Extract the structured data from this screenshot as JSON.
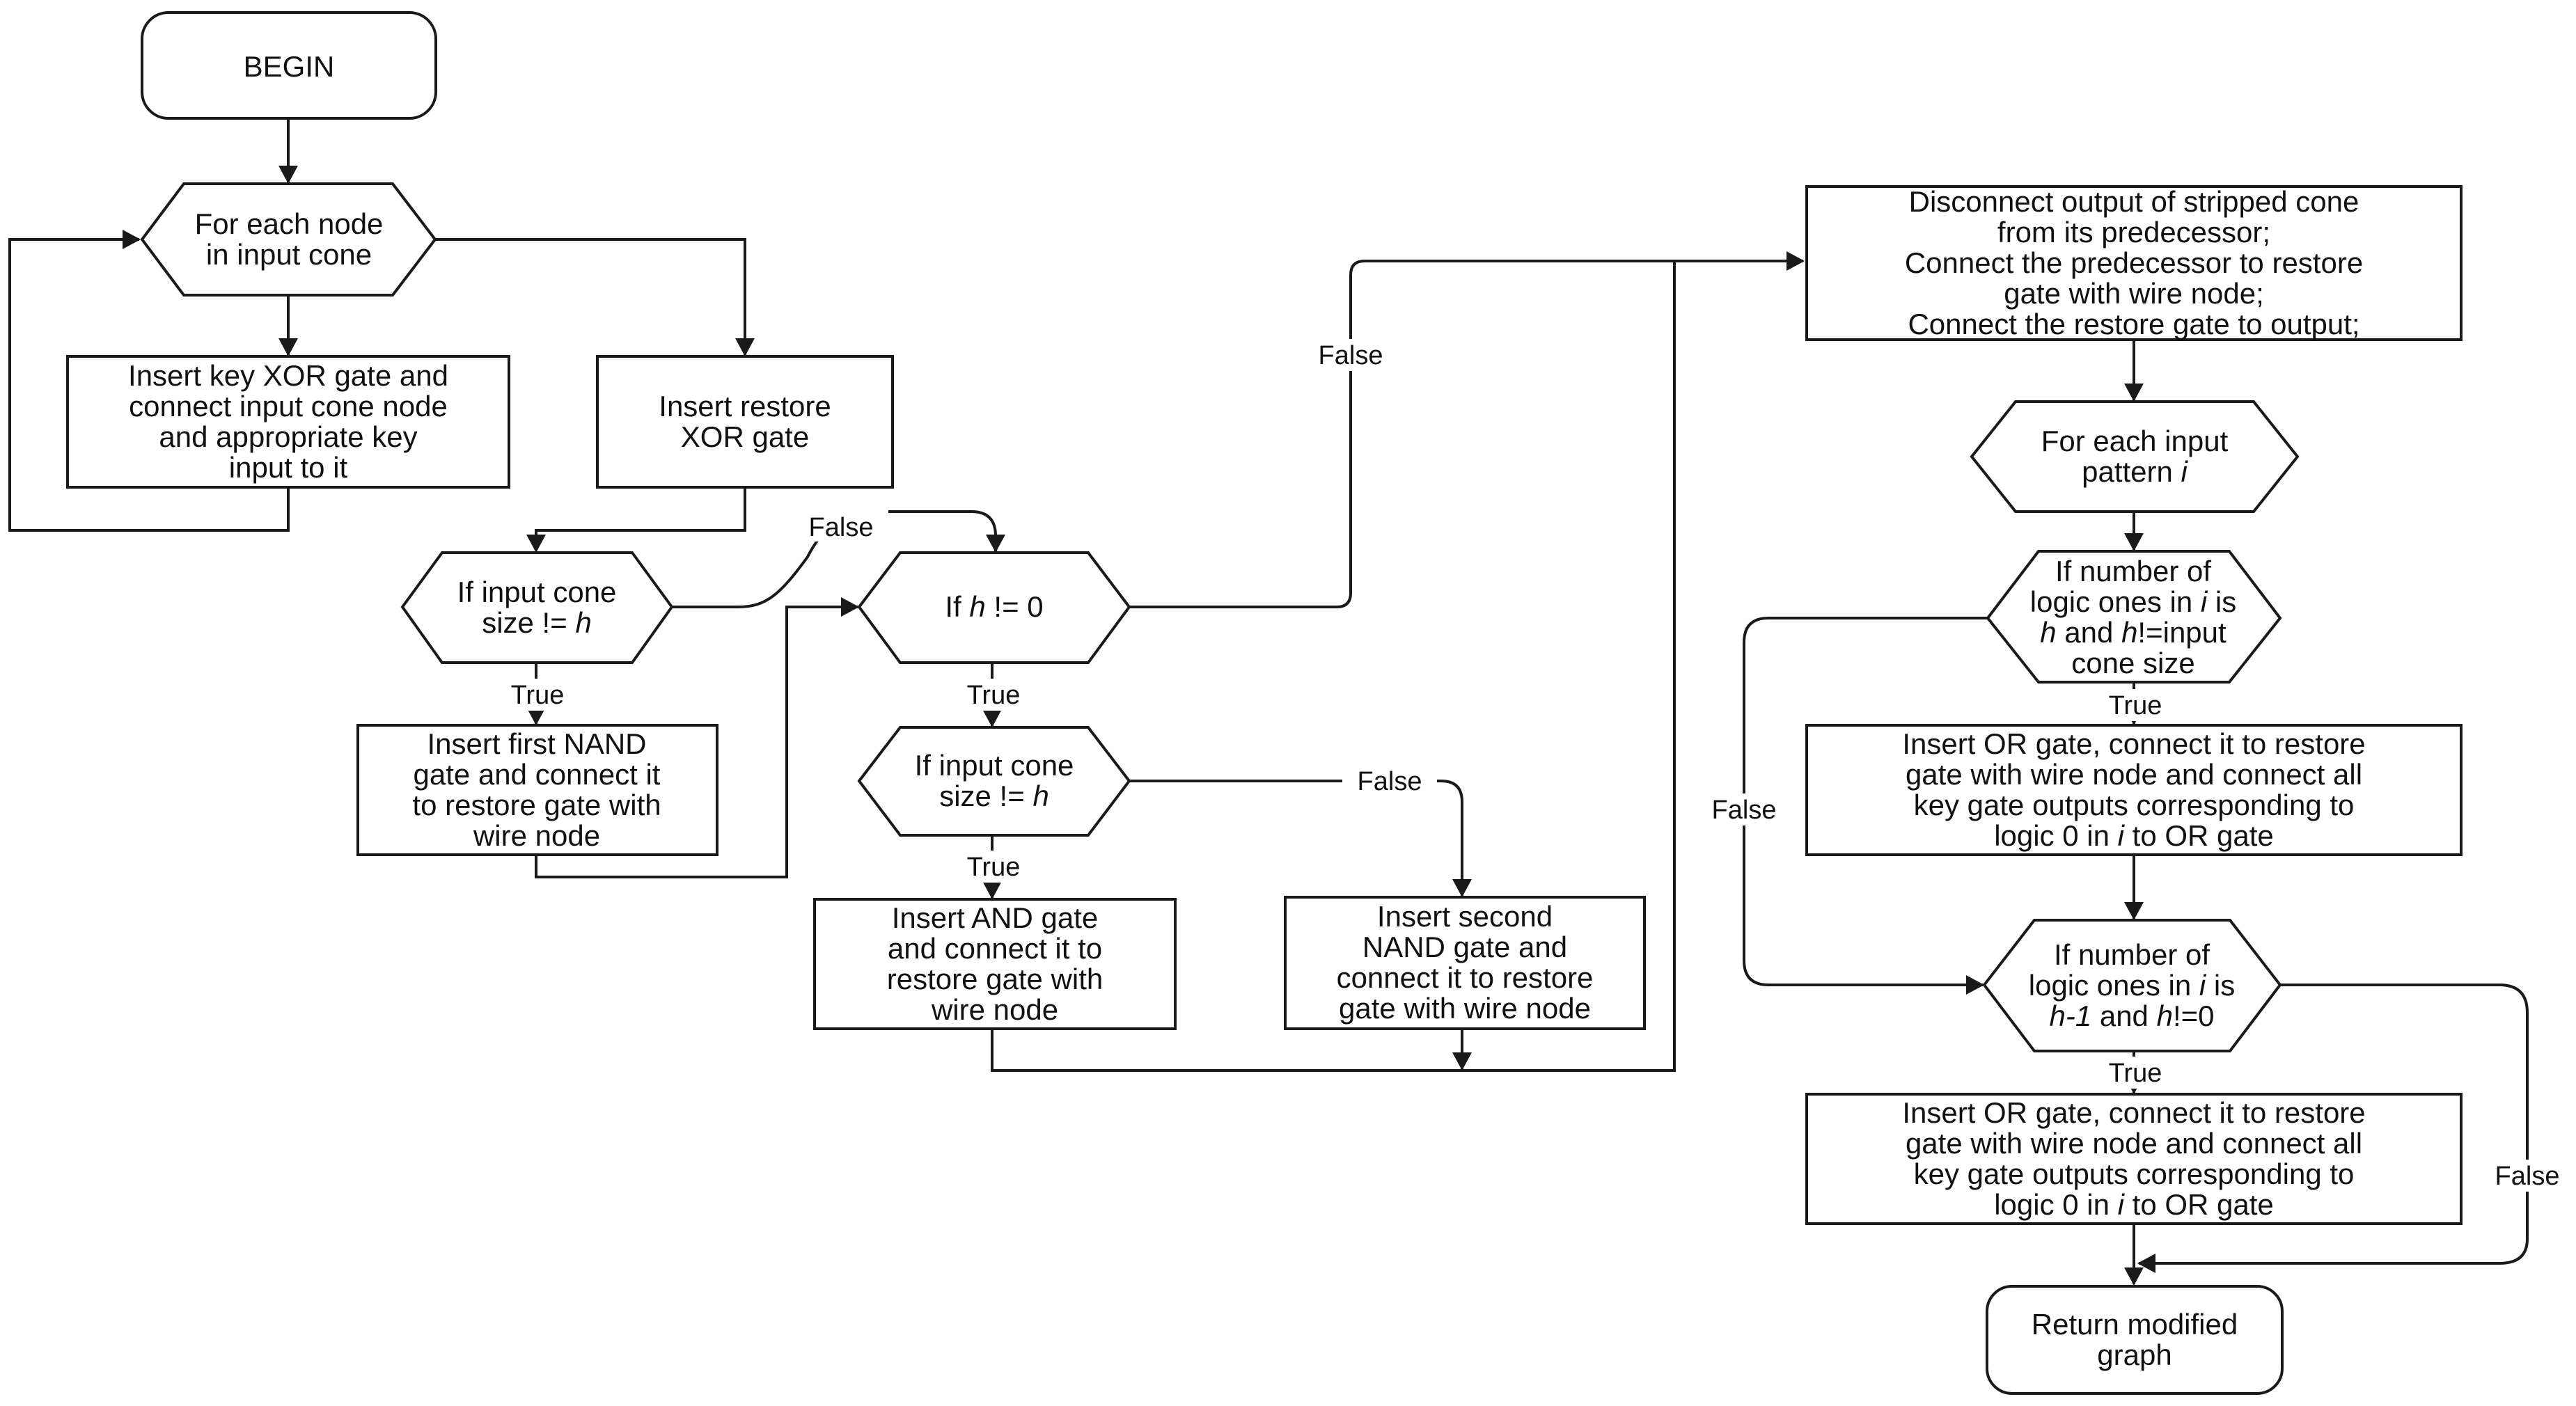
{
  "nodes": {
    "begin": {
      "lines": [
        [
          "BEGIN"
        ]
      ]
    },
    "each_node": {
      "lines": [
        [
          "For each node"
        ],
        [
          "in input cone"
        ]
      ]
    },
    "insert_key_xor": {
      "lines": [
        [
          "Insert key XOR gate and"
        ],
        [
          "connect input cone node"
        ],
        [
          "and appropriate key"
        ],
        [
          "input to it"
        ]
      ]
    },
    "insert_restore": {
      "lines": [
        [
          "Insert restore"
        ],
        [
          "XOR gate"
        ]
      ]
    },
    "if_size_h_1": {
      "lines": [
        [
          "If input cone"
        ],
        [
          "size != ",
          {
            "t": "h",
            "i": true
          }
        ]
      ]
    },
    "insert_nand1": {
      "lines": [
        [
          "Insert first NAND"
        ],
        [
          "gate and connect it"
        ],
        [
          "to restore gate with"
        ],
        [
          "wire node"
        ]
      ]
    },
    "if_h_ne_0": {
      "lines": [
        [
          "If ",
          {
            "t": "h",
            "i": true
          },
          " != 0"
        ]
      ]
    },
    "if_size_h_2": {
      "lines": [
        [
          "If input cone"
        ],
        [
          "size != ",
          {
            "t": "h",
            "i": true
          }
        ]
      ]
    },
    "insert_and": {
      "lines": [
        [
          "Insert AND gate"
        ],
        [
          "and connect it to"
        ],
        [
          "restore gate with"
        ],
        [
          "wire node"
        ]
      ]
    },
    "insert_nand2": {
      "lines": [
        [
          "Insert second"
        ],
        [
          "NAND gate and"
        ],
        [
          "connect it to restore"
        ],
        [
          "gate with wire node"
        ]
      ]
    },
    "disconnect": {
      "lines": [
        [
          "Disconnect output of stripped cone"
        ],
        [
          "from its predecessor;"
        ],
        [
          "Connect the predecessor to restore"
        ],
        [
          "gate with wire node;"
        ],
        [
          "Connect the restore gate to output;"
        ]
      ]
    },
    "each_pattern": {
      "lines": [
        [
          "For each input"
        ],
        [
          "pattern ",
          {
            "t": "i",
            "i": true
          }
        ]
      ]
    },
    "if_ones_h": {
      "lines": [
        [
          "If number of"
        ],
        [
          "logic ones in ",
          {
            "t": "i",
            "i": true
          },
          " is"
        ],
        [
          {
            "t": "h",
            "i": true
          },
          " and ",
          {
            "t": "h",
            "i": true
          },
          "!=input"
        ],
        [
          "cone size"
        ]
      ]
    },
    "insert_or1": {
      "lines": [
        [
          "Insert OR gate, connect it to restore"
        ],
        [
          "gate with wire node and connect all"
        ],
        [
          "key gate outputs corresponding to"
        ],
        [
          "logic 0 in ",
          {
            "t": "i",
            "i": true
          },
          " to OR gate"
        ]
      ]
    },
    "if_ones_h1": {
      "lines": [
        [
          "If number of"
        ],
        [
          "logic ones in ",
          {
            "t": "i",
            "i": true
          },
          " is"
        ],
        [
          {
            "t": "h-1",
            "i": true
          },
          " and ",
          {
            "t": "h",
            "i": true
          },
          "!=0"
        ]
      ]
    },
    "insert_or2": {
      "lines": [
        [
          "Insert OR gate, connect it to restore"
        ],
        [
          "gate with wire node and connect all"
        ],
        [
          "key gate outputs corresponding to"
        ],
        [
          "logic 0 in ",
          {
            "t": "i",
            "i": true
          },
          " to OR gate"
        ]
      ]
    },
    "return": {
      "lines": [
        [
          "Return modified"
        ],
        [
          "graph"
        ]
      ]
    }
  },
  "edge_labels": {
    "false_size1": "False",
    "true_size1": "True",
    "true_h0": "True",
    "false_h0": "False",
    "false_size2": "False",
    "true_size2": "True",
    "true_ones_h": "True",
    "false_ones_h": "False",
    "true_ones_h1": "True",
    "false_ones_h1": "False"
  },
  "colors": {
    "stroke": "#1a1a1a",
    "fill": "#ffffff",
    "text": "#111111"
  }
}
